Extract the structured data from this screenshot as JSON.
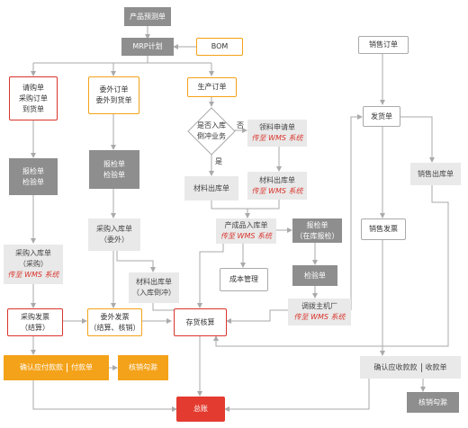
{
  "nodes": {
    "forecast": "产品预测单",
    "mrp": "MRP计划",
    "bom": "BOM",
    "req_lines": [
      "请购单",
      "采购订单",
      "到货单"
    ],
    "outsource_lines": [
      "委外订单",
      "委外到货单"
    ],
    "prod_order": "生产订单",
    "sales_order": "销售订单",
    "decision_lines": [
      "是否入库",
      "倒冲业务"
    ],
    "yes": "是",
    "no": "否",
    "mat_req": "领料申请单",
    "wms": "传至 WMS 系统",
    "inspect1_lines": [
      "报检单",
      "检验单"
    ],
    "inspect2_lines": [
      "报检单",
      "检验单"
    ],
    "mat_out1": "材料出库单",
    "mat_out2": "材料出库单",
    "ship": "发货单",
    "sales_out": "销售出库单",
    "purch_in_out_lines": [
      "采购入库单",
      "（委外）"
    ],
    "prod_in": "产成品入库单",
    "inspect_inplace_lines": [
      "报检单",
      "（在库报检）"
    ],
    "sales_invoice": "销售发票",
    "purch_in_lines": [
      "采购入库单",
      "（采购）"
    ],
    "mat_out_backflush_lines": [
      "材料出库单",
      "（入库倒冲）"
    ],
    "cost_mgmt": "成本管理",
    "inspect3": "检验单",
    "transfer": "调拨主机厂",
    "purch_invoice_lines": [
      "采购发票",
      "（结算）"
    ],
    "out_invoice_lines": [
      "委外发票",
      "（结算、核销）"
    ],
    "inventory_acct": "存货核算",
    "ap_left": "确认应付款款",
    "ap_right": "付款单",
    "verify1": "核销勾滁",
    "ar_left": "确认应收款款",
    "ar_right": "收款单",
    "verify2": "核销勾滁",
    "ledger": "总账"
  },
  "colors": {
    "red": "#d9342b",
    "orange": "#f4a219",
    "gray_dark": "#8e8e8e",
    "gray_light": "#e9e9e9",
    "line": "#aaaaaa"
  }
}
